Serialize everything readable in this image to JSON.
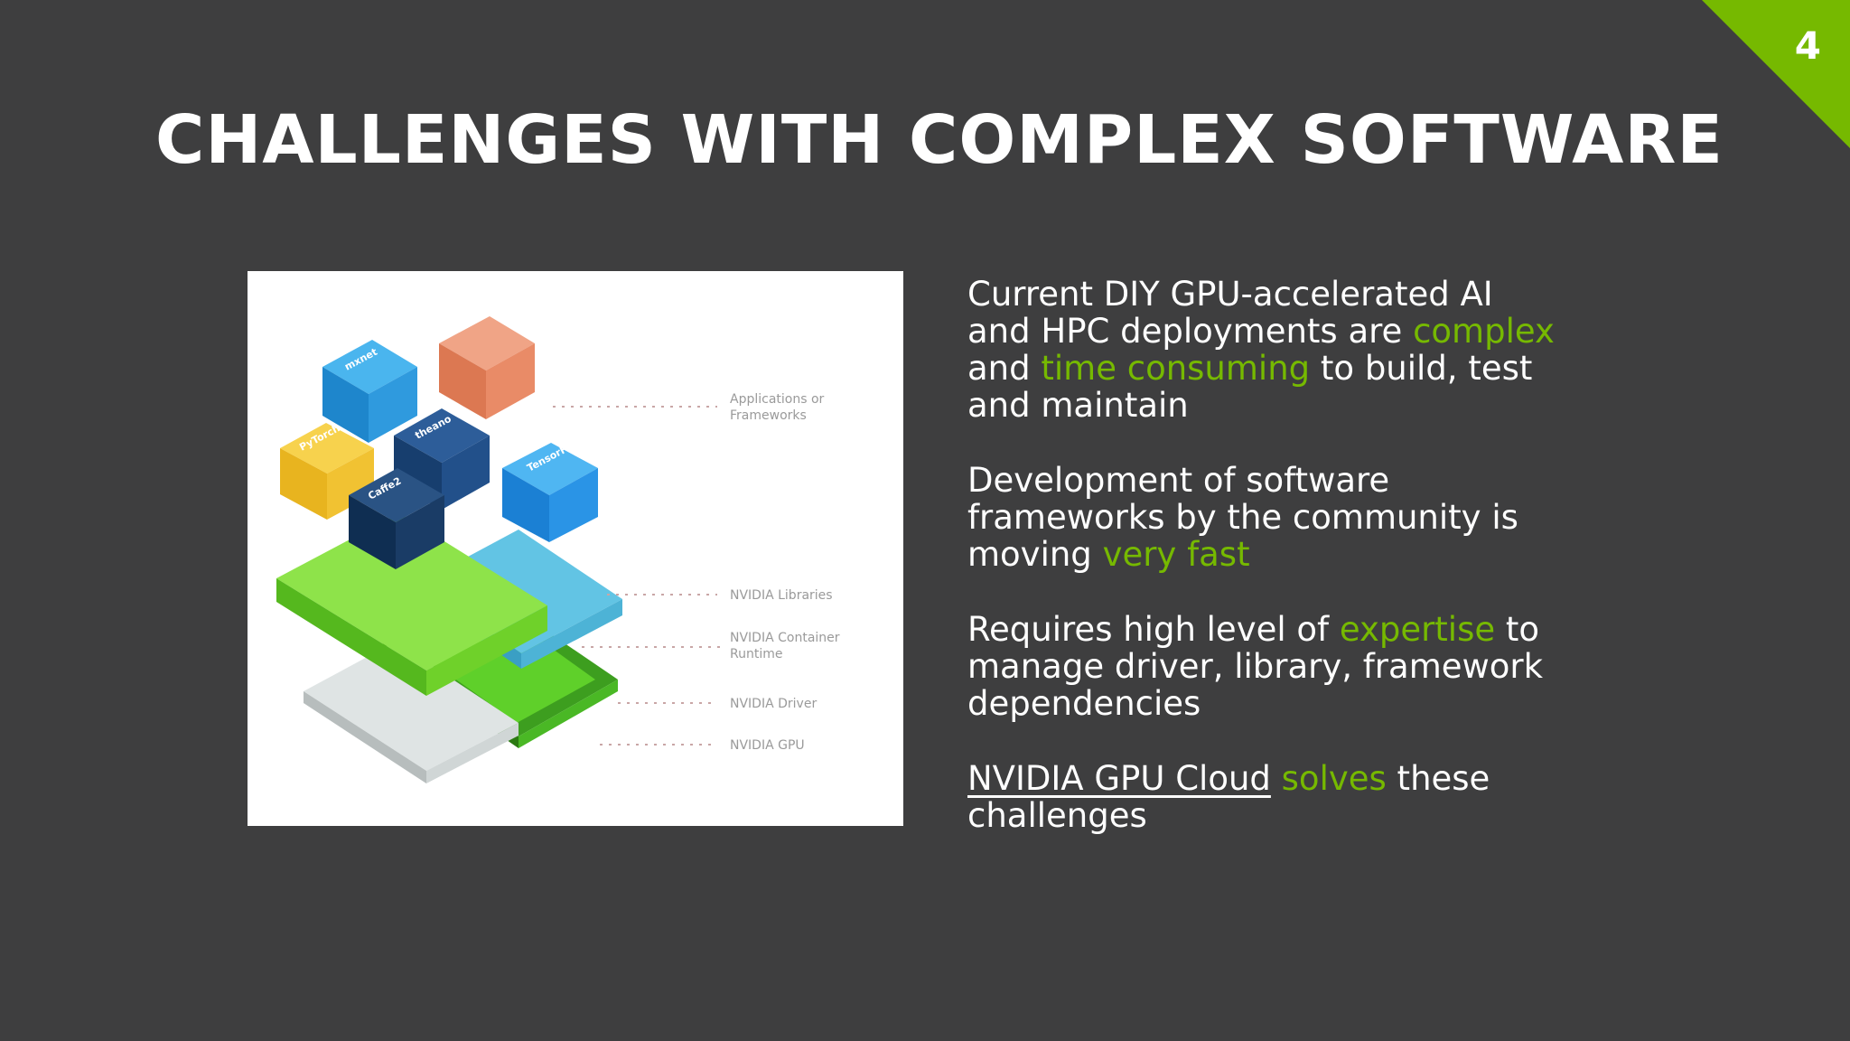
{
  "slide": {
    "page_number": "4",
    "title": "CHALLENGES WITH COMPLEX SOFTWARE"
  },
  "colors": {
    "background": "#3e3e3f",
    "accent": "#76b900"
  },
  "diagram": {
    "labels": {
      "apps_line1": "Applications or",
      "apps_line2": "Frameworks",
      "libraries": "NVIDIA Libraries",
      "runtime_line1": "NVIDIA Container",
      "runtime_line2": "Runtime",
      "driver": "NVIDIA Driver",
      "gpu": "NVIDIA GPU"
    },
    "cubes": {
      "mxnet": "mxnet",
      "pytorch": "PyTorch",
      "tensorflow": "TensorFlow",
      "theano": "theano",
      "caffe2": "Caffe2"
    }
  },
  "bullets": [
    {
      "parts": [
        {
          "text": "Current DIY GPU-accelerated AI and HPC deployments are ",
          "style": "normal"
        },
        {
          "text": "complex",
          "style": "hl"
        },
        {
          "text": " and ",
          "style": "normal"
        },
        {
          "text": "time consuming",
          "style": "hl"
        },
        {
          "text": " to build, test and maintain",
          "style": "normal"
        }
      ]
    },
    {
      "parts": [
        {
          "text": "Development of software frameworks by the community is moving ",
          "style": "normal"
        },
        {
          "text": "very fast",
          "style": "hl"
        }
      ]
    },
    {
      "parts": [
        {
          "text": "Requires high level of ",
          "style": "normal"
        },
        {
          "text": "expertise",
          "style": "hl"
        },
        {
          "text": " to manage driver, library, framework dependencies",
          "style": "normal"
        }
      ]
    },
    {
      "parts": [
        {
          "text": "NVIDIA GPU Cloud",
          "style": "link"
        },
        {
          "text": " solves",
          "style": "hl"
        },
        {
          "text": " these challenges",
          "style": "normal"
        }
      ]
    }
  ]
}
